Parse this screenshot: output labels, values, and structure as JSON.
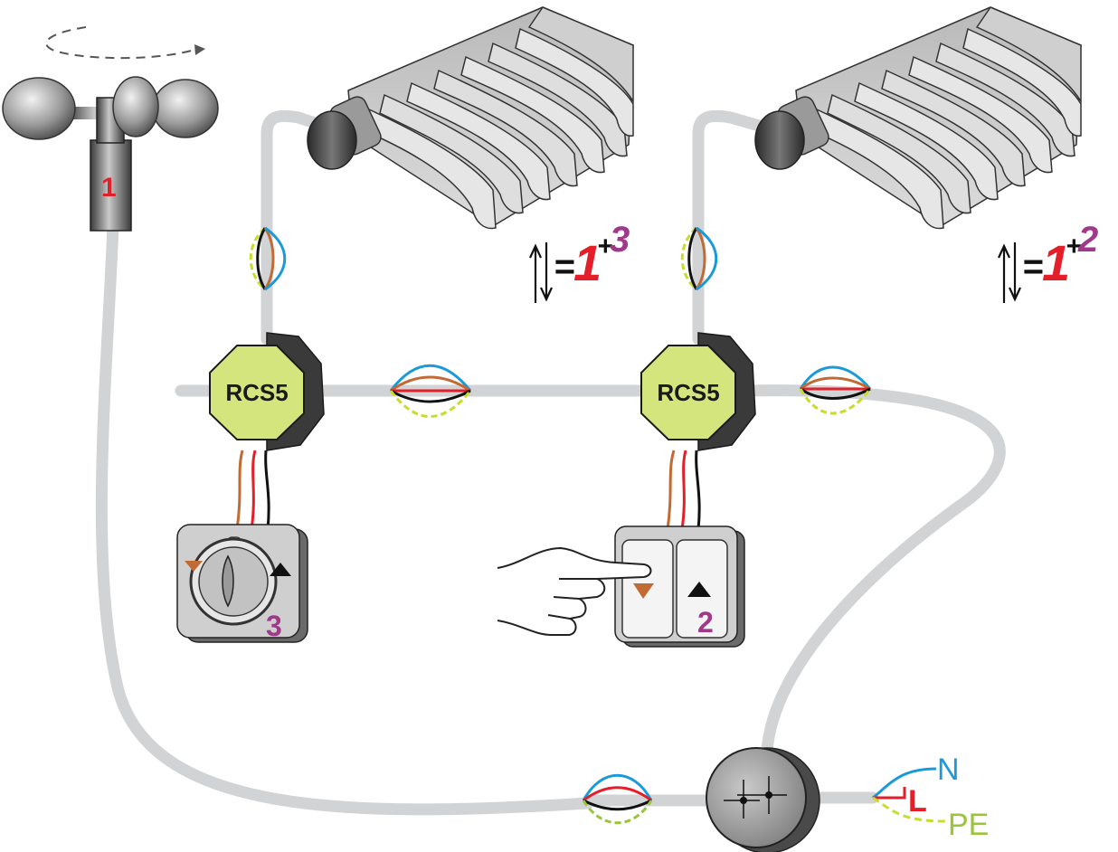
{
  "anemometer": {
    "number": "1"
  },
  "actuators": [
    {
      "label": "RCS5"
    },
    {
      "label": "RCS5"
    }
  ],
  "switch_rotary": {
    "number": "3"
  },
  "switch_pushbutton": {
    "number": "2"
  },
  "formulas": [
    {
      "eq": "=",
      "a": "1",
      "plus": "+",
      "b": "3"
    },
    {
      "eq": "=",
      "a": "1",
      "plus": "+",
      "b": "2"
    }
  ],
  "terminals": {
    "n": "N",
    "l": "L",
    "pe": "PE"
  },
  "colors": {
    "cable": "#d2d3d5",
    "actuator": "#d4e57e",
    "wire_blue": "#1a9ad8",
    "wire_brown": "#c26a34",
    "wire_black": "#111111",
    "wire_red": "#e3202a",
    "wire_pe": "#c8dc2a",
    "number_red": "#e3202a",
    "number_purple": "#a0398a"
  },
  "icons": [
    "rotation-arrow-icon",
    "awning-icon",
    "finger-pointer-icon",
    "arrow-up-icon",
    "arrow-down-icon",
    "junction-box-icon"
  ]
}
